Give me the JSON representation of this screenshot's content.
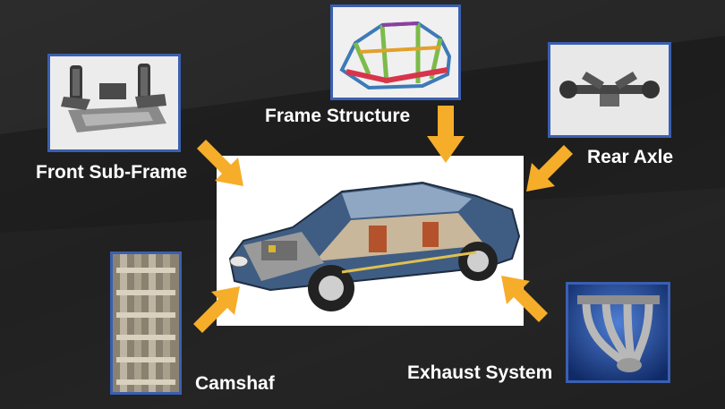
{
  "labels": {
    "front_sub_frame": "Front Sub-Frame",
    "frame_structure": "Frame Structure",
    "rear_axle": "Rear Axle",
    "camshaft": "Camshaf",
    "exhaust_system": "Exhaust System"
  },
  "colors": {
    "arrow": "#f5ad2a",
    "border": "#3b5fb0",
    "background": "#222222",
    "text": "#ffffff"
  },
  "icons": {
    "front": "front-sub-frame-photo",
    "frame": "frame-structure-photo",
    "rear": "rear-axle-photo",
    "cam": "camshaft-photo",
    "exhaust": "exhaust-manifold-photo",
    "car": "car-cutaway-illustration"
  }
}
